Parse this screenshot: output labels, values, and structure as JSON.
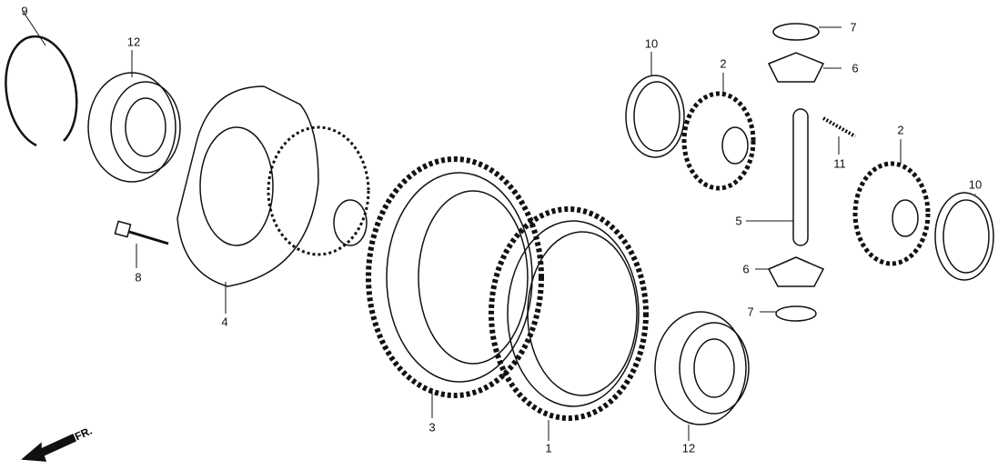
{
  "callouts": [
    {
      "id": "9",
      "label": "9"
    },
    {
      "id": "12a",
      "label": "12"
    },
    {
      "id": "10a",
      "label": "10"
    },
    {
      "id": "2a",
      "label": "2"
    },
    {
      "id": "7a",
      "label": "7"
    },
    {
      "id": "6a",
      "label": "6"
    },
    {
      "id": "11",
      "label": "11"
    },
    {
      "id": "2b",
      "label": "2"
    },
    {
      "id": "10b",
      "label": "10"
    },
    {
      "id": "5",
      "label": "5"
    },
    {
      "id": "8",
      "label": "8"
    },
    {
      "id": "4",
      "label": "4"
    },
    {
      "id": "6b",
      "label": "6"
    },
    {
      "id": "7b",
      "label": "7"
    },
    {
      "id": "3",
      "label": "3"
    },
    {
      "id": "1",
      "label": "1"
    },
    {
      "id": "12b",
      "label": "12"
    }
  ],
  "direction": {
    "label": "FR."
  }
}
